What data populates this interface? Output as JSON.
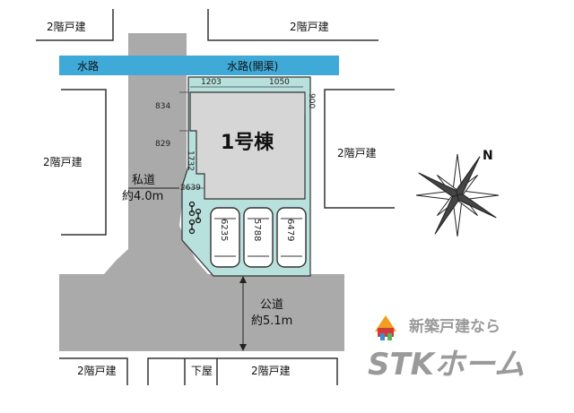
{
  "labels": {
    "house_top_left": "2階戸建",
    "house_top_right": "2階戸建",
    "house_left": "2階戸建",
    "house_right": "2階戸建",
    "house_bottom_left": "2階戸建",
    "house_bottom_right": "2階戸建",
    "annex_bottom": "下屋",
    "waterway_left": "水路",
    "waterway_right": "水路(開渠)",
    "building": "1号棟",
    "private_road": "私道",
    "private_road_width": "約4.0m",
    "public_road": "公道",
    "public_road_width": "約5.1m"
  },
  "dimensions": {
    "top_left": "1203",
    "top_right": "1050",
    "right_side": "900",
    "left_upper": "834",
    "left_middle": "829",
    "left_vertical": "1732",
    "left_lower": "2639",
    "car_1": "6235",
    "car_2": "5788",
    "car_3": "6479"
  },
  "compass": {
    "label": "N"
  },
  "brand": {
    "tagline": "新築戸建なら",
    "name": "STKホーム"
  },
  "colors": {
    "road_gray": "#aaaaaa",
    "waterway_blue": "#3fa9d8",
    "lot_teal": "#b8e0dc",
    "building_gray": "#d6d6d6",
    "logo_gray": "#9a9a9a"
  }
}
